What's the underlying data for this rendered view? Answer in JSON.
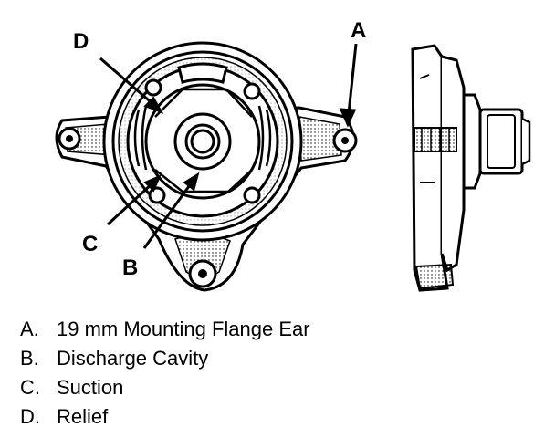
{
  "callouts": {
    "a": "A",
    "b": "B",
    "c": "C",
    "d": "D"
  },
  "legend": [
    {
      "key": "A.",
      "text": "19 mm Mounting Flange Ear"
    },
    {
      "key": "B.",
      "text": "Discharge Cavity"
    },
    {
      "key": "C.",
      "text": "Suction"
    },
    {
      "key": "D.",
      "text": "Relief"
    }
  ]
}
